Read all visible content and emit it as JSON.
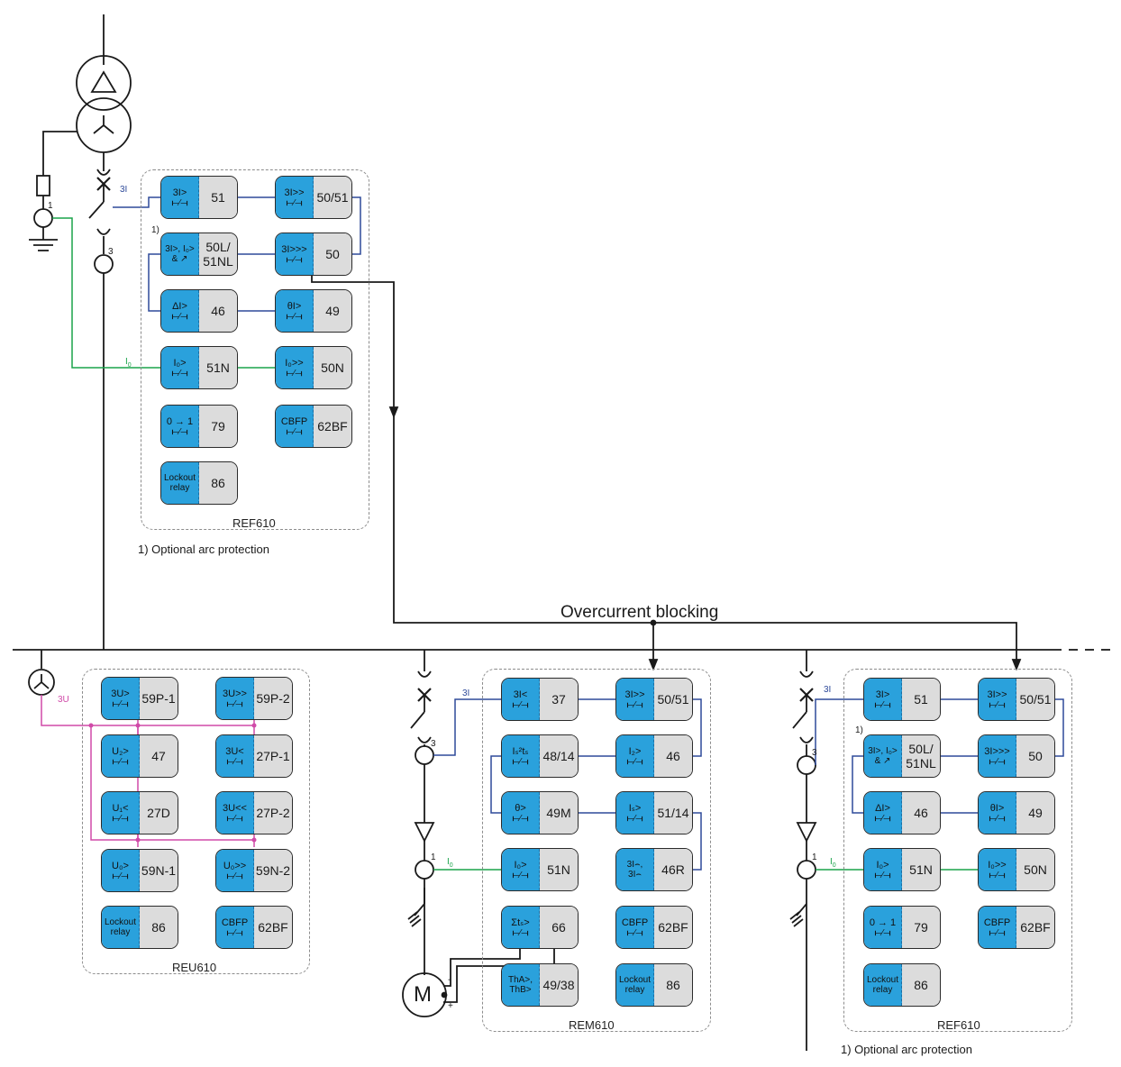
{
  "diagram": {
    "colors": {
      "line": "#1a1a1a",
      "current_bus": "#2e4a9a",
      "ground_bus": "#1aa34a",
      "voltage_bus": "#d04aa8",
      "block_symbol": "#2aa1dc",
      "block_code": "#dcdcdc",
      "group_border": "#8c8c8c"
    },
    "title": "Overcurrent blocking",
    "note": "1)  Optional arc protection",
    "footnote_marker": "1)",
    "signals": {
      "three_i": "3I",
      "i0": "I",
      "i0_sub": "0",
      "three_u": "3U",
      "ct_turns_3": "3",
      "ct_turns_1": "1",
      "motor": "M",
      "motor_minus": "-",
      "motor_plus": "+"
    },
    "groups": [
      {
        "id": "ref610_top",
        "label": "REF610",
        "blocks": [
          {
            "sym": "3I>",
            "code": "51"
          },
          {
            "sym": "3I>>",
            "code": "50/51"
          },
          {
            "sym": "3I>, I₀>\n& ↗",
            "code": "50L/\n51NL"
          },
          {
            "sym": "3I>>>",
            "code": "50"
          },
          {
            "sym": "ΔI>",
            "code": "46"
          },
          {
            "sym": "θI>",
            "code": "49"
          },
          {
            "sym": "I₀>",
            "code": "51N"
          },
          {
            "sym": "I₀>>",
            "code": "50N"
          },
          {
            "sym": "0 → 1",
            "code": "79"
          },
          {
            "sym": "CBFP",
            "code": "62BF"
          },
          {
            "sym": "Lockout\nrelay",
            "code": "86"
          }
        ]
      },
      {
        "id": "reu610",
        "label": "REU610",
        "blocks": [
          {
            "sym": "3U>",
            "code": "59P-1"
          },
          {
            "sym": "3U>>",
            "code": "59P-2"
          },
          {
            "sym": "U₂>",
            "code": "47"
          },
          {
            "sym": "3U<",
            "code": "27P-1"
          },
          {
            "sym": "U₁<",
            "code": "27D"
          },
          {
            "sym": "3U<<",
            "code": "27P-2"
          },
          {
            "sym": "U₀>",
            "code": "59N-1"
          },
          {
            "sym": "U₀>>",
            "code": "59N-2"
          },
          {
            "sym": "Lockout\nrelay",
            "code": "86"
          },
          {
            "sym": "CBFP",
            "code": "62BF"
          }
        ]
      },
      {
        "id": "rem610",
        "label": "REM610",
        "blocks": [
          {
            "sym": "3I<",
            "code": "37"
          },
          {
            "sym": "3I>>",
            "code": "50/51"
          },
          {
            "sym": "Iₛ²tₛ",
            "code": "48/14"
          },
          {
            "sym": "I₂>",
            "code": "46"
          },
          {
            "sym": "θ>",
            "code": "49M"
          },
          {
            "sym": "Iₛ>",
            "code": "51/14"
          },
          {
            "sym": "I₀>",
            "code": "51N"
          },
          {
            "sym": "3I⌢,\n3I⌢",
            "code": "46R"
          },
          {
            "sym": "Σtₛ>",
            "code": "66"
          },
          {
            "sym": "CBFP",
            "code": "62BF"
          },
          {
            "sym": "ThA>,\nThB>",
            "code": "49/38"
          },
          {
            "sym": "Lockout\nrelay",
            "code": "86"
          }
        ]
      },
      {
        "id": "ref610_right",
        "label": "REF610",
        "blocks": [
          {
            "sym": "3I>",
            "code": "51"
          },
          {
            "sym": "3I>>",
            "code": "50/51"
          },
          {
            "sym": "3I>, I₀>\n& ↗",
            "code": "50L/\n51NL"
          },
          {
            "sym": "3I>>>",
            "code": "50"
          },
          {
            "sym": "ΔI>",
            "code": "46"
          },
          {
            "sym": "θI>",
            "code": "49"
          },
          {
            "sym": "I₀>",
            "code": "51N"
          },
          {
            "sym": "I₀>>",
            "code": "50N"
          },
          {
            "sym": "0 → 1",
            "code": "79"
          },
          {
            "sym": "CBFP",
            "code": "62BF"
          },
          {
            "sym": "Lockout\nrelay",
            "code": "86"
          }
        ]
      }
    ]
  }
}
